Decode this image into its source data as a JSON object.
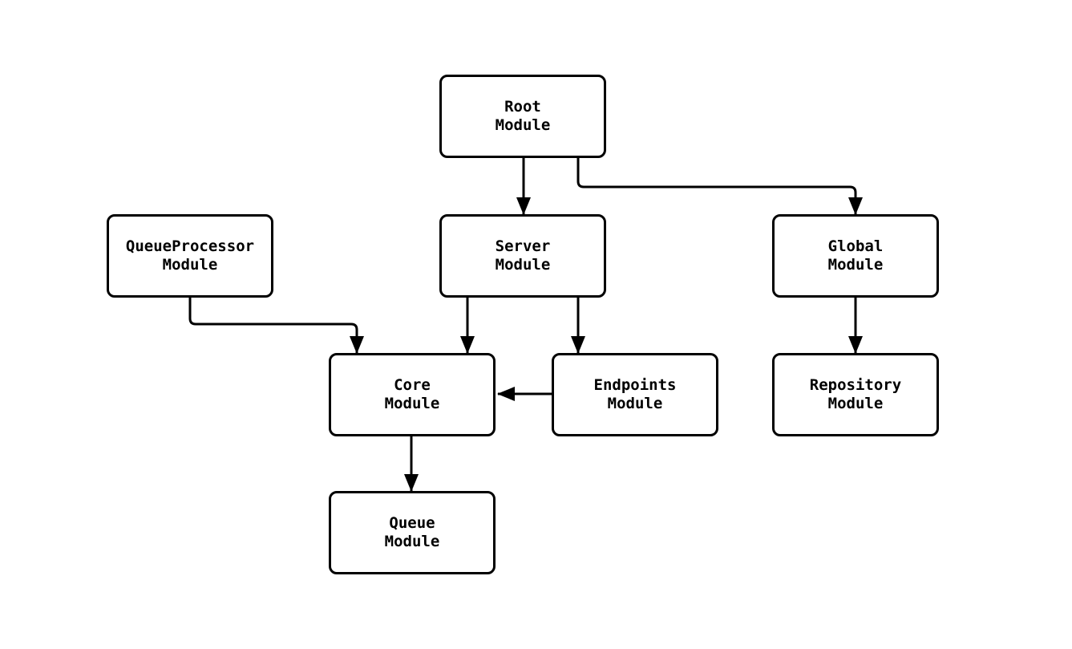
{
  "diagram": {
    "type": "module-dependency-flowchart",
    "nodes": [
      {
        "id": "root",
        "lines": [
          "Root",
          "Module"
        ]
      },
      {
        "id": "queue-processor",
        "lines": [
          "QueueProcessor",
          "Module"
        ]
      },
      {
        "id": "server",
        "lines": [
          "Server",
          "Module"
        ]
      },
      {
        "id": "global",
        "lines": [
          "Global",
          "Module"
        ]
      },
      {
        "id": "core",
        "lines": [
          "Core",
          "Module"
        ]
      },
      {
        "id": "endpoints",
        "lines": [
          "Endpoints",
          "Module"
        ]
      },
      {
        "id": "repository",
        "lines": [
          "Repository",
          "Module"
        ]
      },
      {
        "id": "queue",
        "lines": [
          "Queue",
          "Module"
        ]
      }
    ],
    "edges": [
      {
        "from": "root",
        "to": "server"
      },
      {
        "from": "root",
        "to": "global"
      },
      {
        "from": "queue-processor",
        "to": "core"
      },
      {
        "from": "server",
        "to": "core"
      },
      {
        "from": "server",
        "to": "endpoints"
      },
      {
        "from": "global",
        "to": "repository"
      },
      {
        "from": "endpoints",
        "to": "core"
      },
      {
        "from": "core",
        "to": "queue"
      }
    ],
    "colors": {
      "line": "#000000",
      "box_border": "#000000",
      "box_fill": "#ffffff",
      "text": "#000000",
      "background": "#ffffff"
    }
  }
}
